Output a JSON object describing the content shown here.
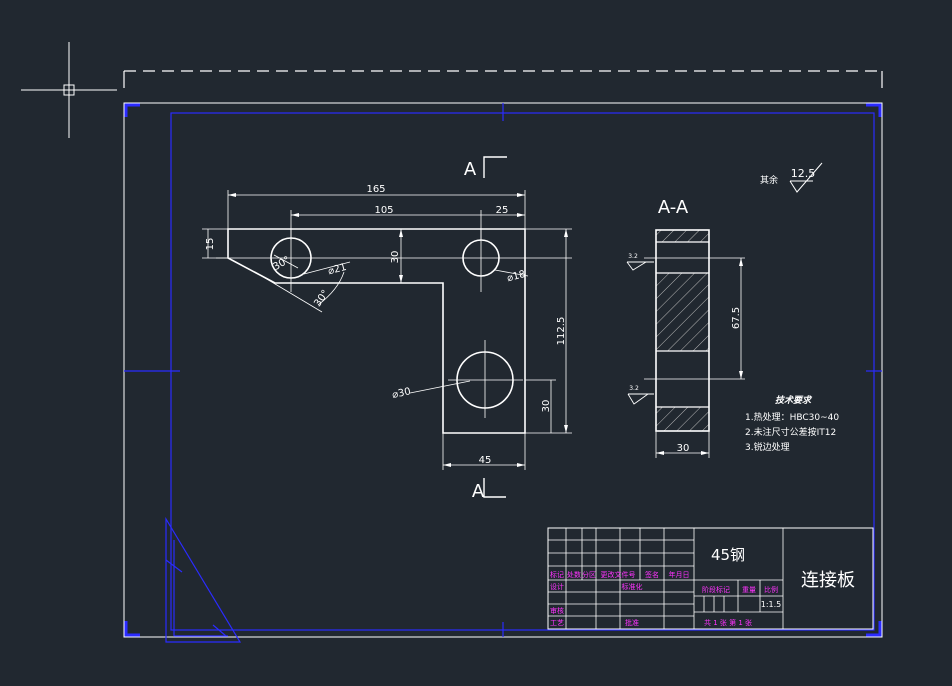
{
  "colors": {
    "background": "#212830",
    "geometry": "#ffffff",
    "frame_inner": "#2b2bff",
    "hatch": "#b8b8b8",
    "title_magenta": "#ff33ff"
  },
  "view_labels": {
    "section_top": "A",
    "section_bottom": "A",
    "section_view": "A-A"
  },
  "dimensions": {
    "overall_length": "165",
    "hole_spacing": "105",
    "right_offset": "25",
    "left_height": "15",
    "hole_center_drop": "30",
    "total_height": "112.5",
    "foot_height": "30",
    "foot_width": "45",
    "hole_left": "⌀21",
    "hole_right": "⌀18",
    "hole_bottom": "⌀30",
    "angle_a": "30°",
    "angle_b": "30°",
    "section_height": "67.5",
    "section_width": "30"
  },
  "roughness": {
    "other_label": "其余",
    "other_value": "12.5",
    "face_top": "3.2",
    "face_bottom": "3.2"
  },
  "tech_notes": {
    "title": "技术要求",
    "items": [
      "1.热处理：HBC30~40",
      "2.未注尺寸公差按IT12",
      "3.锐边处理"
    ]
  },
  "title_block": {
    "material": "45钢",
    "part_name": "连接板",
    "labels": {
      "mark": "标记",
      "count": "处数",
      "zone": "分区",
      "change_doc": "更改文件号",
      "signature": "签名",
      "date": "年月日",
      "design": "设计",
      "standardize": "标准化",
      "review": "审核",
      "process": "工艺",
      "approve": "批准",
      "stage_mark": "阶段标记",
      "weight": "重量",
      "scale": "比例",
      "sheets": "共 1 张 第 1 张"
    },
    "scale_value": "1:1.5"
  }
}
